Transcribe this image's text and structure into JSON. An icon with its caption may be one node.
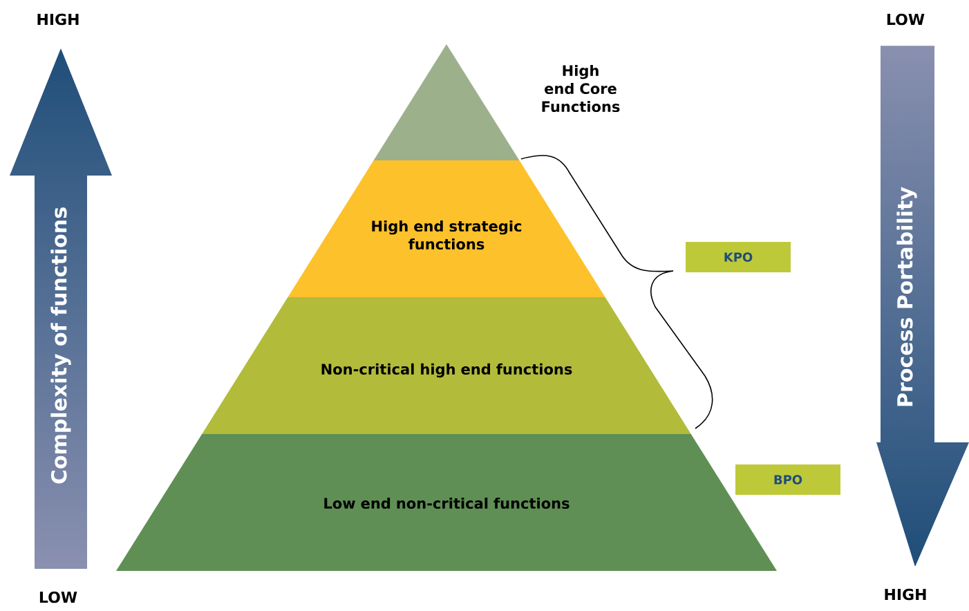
{
  "diagram": {
    "nodes": [
      {
        "text": [
          "High end Core Functions"
        ]
      },
      {
        "text": [
          "High end strategic functions"
        ]
      },
      {
        "text": [
          "Non-critical high end functions"
        ]
      },
      {
        "text": [
          "Low end non-critical functions"
        ]
      },
      {
        "text": [
          "KPO"
        ]
      },
      {
        "text": [
          "BPO"
        ]
      },
      {
        "text": [
          "Complexity of functions"
        ]
      },
      {
        "text": [
          "Process Portability"
        ]
      }
    ],
    "labels": [
      "HIGH",
      "LOW",
      "LOW",
      "HIGH"
    ]
  }
}
